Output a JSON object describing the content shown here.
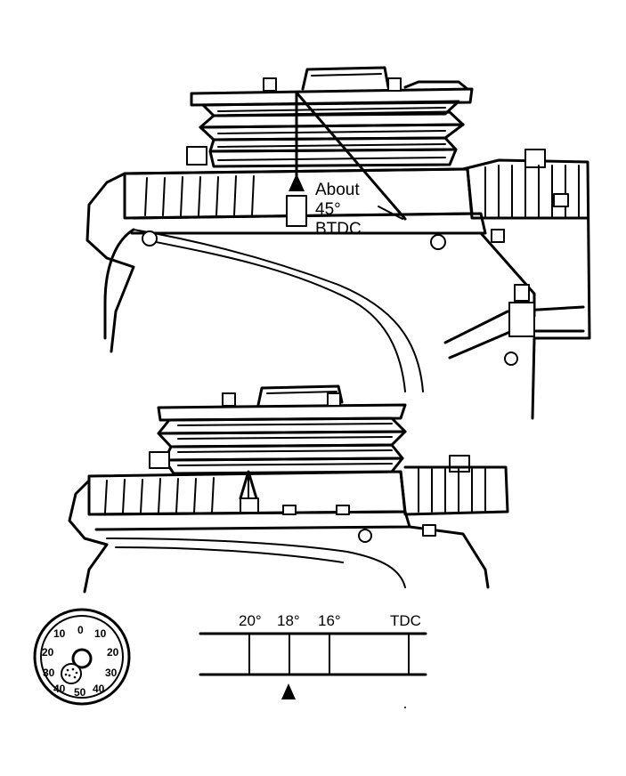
{
  "top_view": {
    "callout_line1": "About",
    "callout_line2": "45°",
    "callout_line3": "BTDC"
  },
  "dial": {
    "numbers": [
      "10",
      "0",
      "10",
      "20",
      "20",
      "30",
      "30",
      "40",
      "50",
      "40"
    ]
  },
  "timing_scale": {
    "marks": [
      "20°",
      "18°",
      "16°",
      "TDC"
    ]
  }
}
